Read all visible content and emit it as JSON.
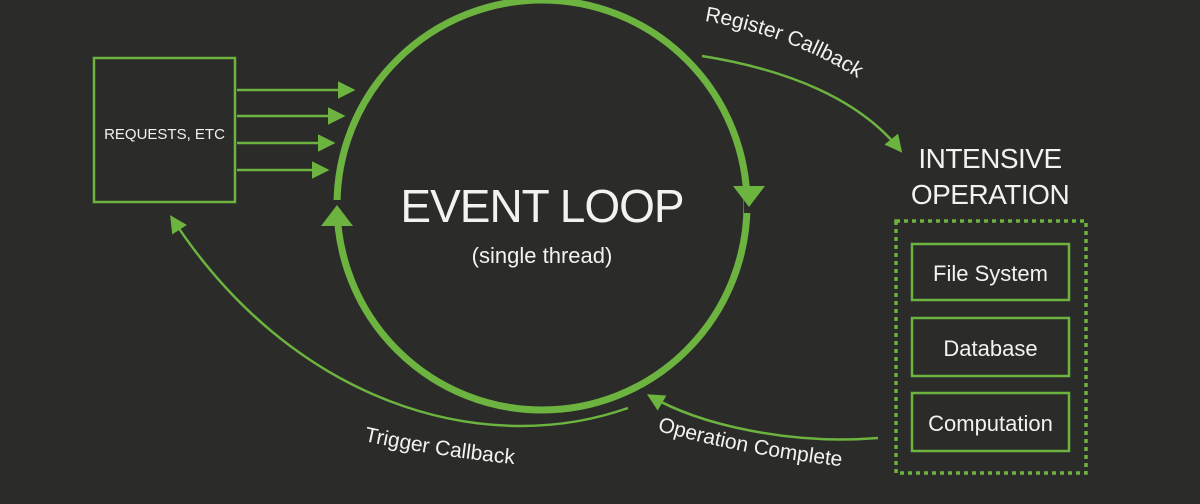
{
  "colors": {
    "background": "#2b2b2a",
    "accent_green": "#6cb33f",
    "text": "#f2f2ee"
  },
  "requests_box": {
    "label": "REQUESTS, ETC"
  },
  "event_loop": {
    "title": "EVENT LOOP",
    "subtitle": "(single thread)"
  },
  "intensive": {
    "title_line1": "INTENSIVE",
    "title_line2": "OPERATION",
    "items": [
      "File System",
      "Database",
      "Computation"
    ]
  },
  "flows": {
    "register_callback": "Register Callback",
    "operation_complete": "Operation Complete",
    "trigger_callback": "Trigger Callback"
  }
}
